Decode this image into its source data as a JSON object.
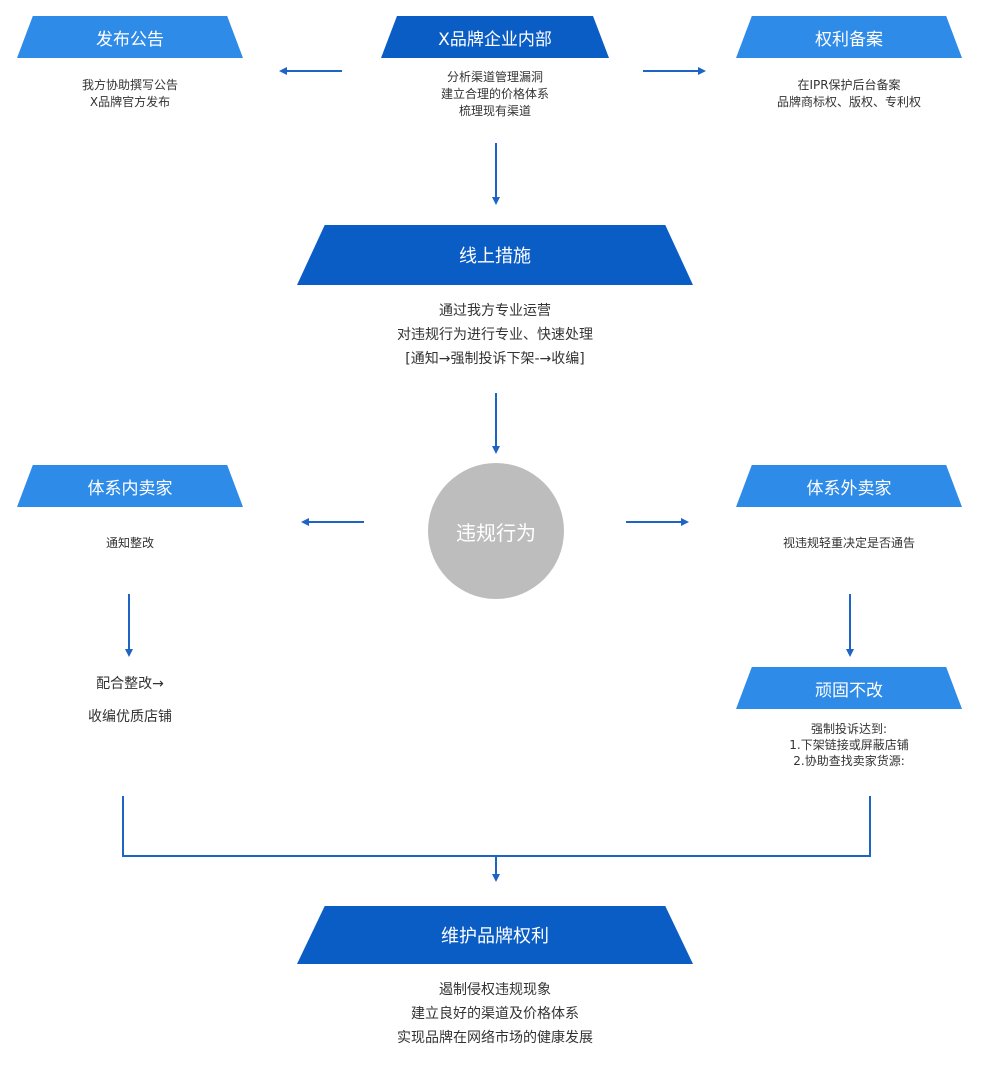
{
  "colors": {
    "dark_blue": "#0b5dc6",
    "light_blue": "#2f8be8",
    "arrow": "#1d64c4",
    "circle": "#bdbdbd"
  },
  "nodes": {
    "announce": {
      "title": "发布公告",
      "lines": [
        "我方协助撰写公告",
        "X品牌官方发布"
      ]
    },
    "internal": {
      "title": "X品牌企业内部",
      "lines": [
        "分析渠道管理漏洞",
        "建立合理的价格体系",
        "梳理现有渠道"
      ]
    },
    "rights_filing": {
      "title": "权利备案",
      "lines": [
        "在IPR保护后台备案",
        "品牌商标权、版权、专利权"
      ]
    },
    "online": {
      "title": "线上措施",
      "lines": [
        "通过我方专业运营",
        "对违规行为进行专业、快速处理",
        "[通知→强制投诉下架-→收编]"
      ]
    },
    "violation": {
      "title": "违规行为"
    },
    "inside_seller": {
      "title": "体系内卖家",
      "lines": [
        "通知整改"
      ]
    },
    "outside_seller": {
      "title": "体系外卖家",
      "lines": [
        "视违规轻重决定是否通告"
      ]
    },
    "cooperate": {
      "lines": [
        "配合整改→",
        "收编优质店铺"
      ]
    },
    "stubborn": {
      "title": "顽固不改",
      "lines": [
        "强制投诉达到:",
        "1.下架链接或屏蔽店铺",
        "2.协助查找卖家货源:"
      ]
    },
    "protect": {
      "title": "维护品牌权利",
      "lines": [
        "遏制侵权违规现象",
        "建立良好的渠道及价格体系",
        "实现品牌在网络市场的健康发展"
      ]
    }
  }
}
